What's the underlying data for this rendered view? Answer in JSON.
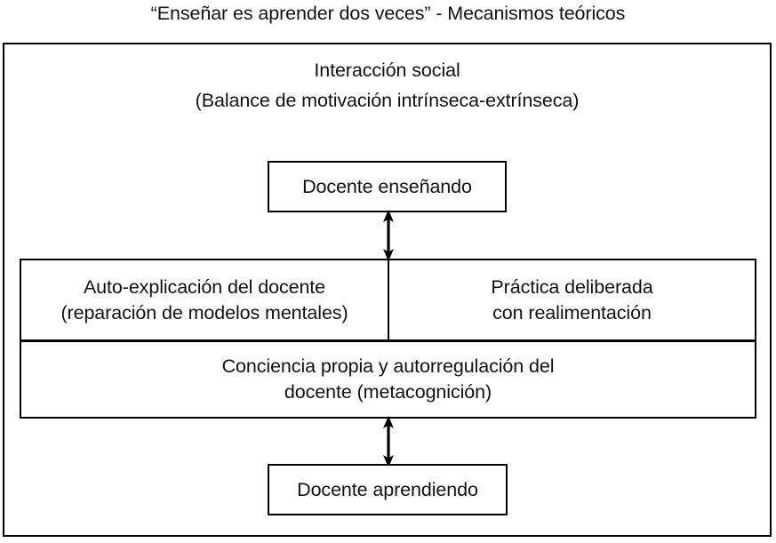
{
  "title": "“Enseñar es aprender dos veces” - Mecanismos teóricos",
  "colors": {
    "stroke": "#000000",
    "text": "#111111",
    "background": "#ffffff"
  },
  "diagram": {
    "type": "block-diagram",
    "outer_container": {
      "header_lines": [
        "Interacción social",
        "(Balance de motivación intrínseca-extrínseca)"
      ]
    },
    "nodes": [
      {
        "id": "docente-ensenando",
        "lines": [
          "Docente enseñando"
        ]
      },
      {
        "id": "auto-explicacion",
        "lines": [
          "Auto-explicación del docente",
          "(reparación de modelos mentales)"
        ]
      },
      {
        "id": "practica-deliberada",
        "lines": [
          "Práctica deliberada",
          "con realimentación"
        ]
      },
      {
        "id": "conciencia-metacognicion",
        "lines": [
          "Conciencia propia y autorregulación del",
          "docente (metacognición)"
        ]
      },
      {
        "id": "docente-aprendiendo",
        "lines": [
          "Docente aprendiendo"
        ]
      }
    ],
    "connectors": [
      {
        "id": "arrow-top",
        "from": "docente-ensenando",
        "to": "mechanism-band",
        "style": "double-headed-vertical"
      },
      {
        "id": "arrow-bottom",
        "from": "conciencia-metacognicion",
        "to": "docente-aprendiendo",
        "style": "double-headed-vertical"
      }
    ]
  }
}
